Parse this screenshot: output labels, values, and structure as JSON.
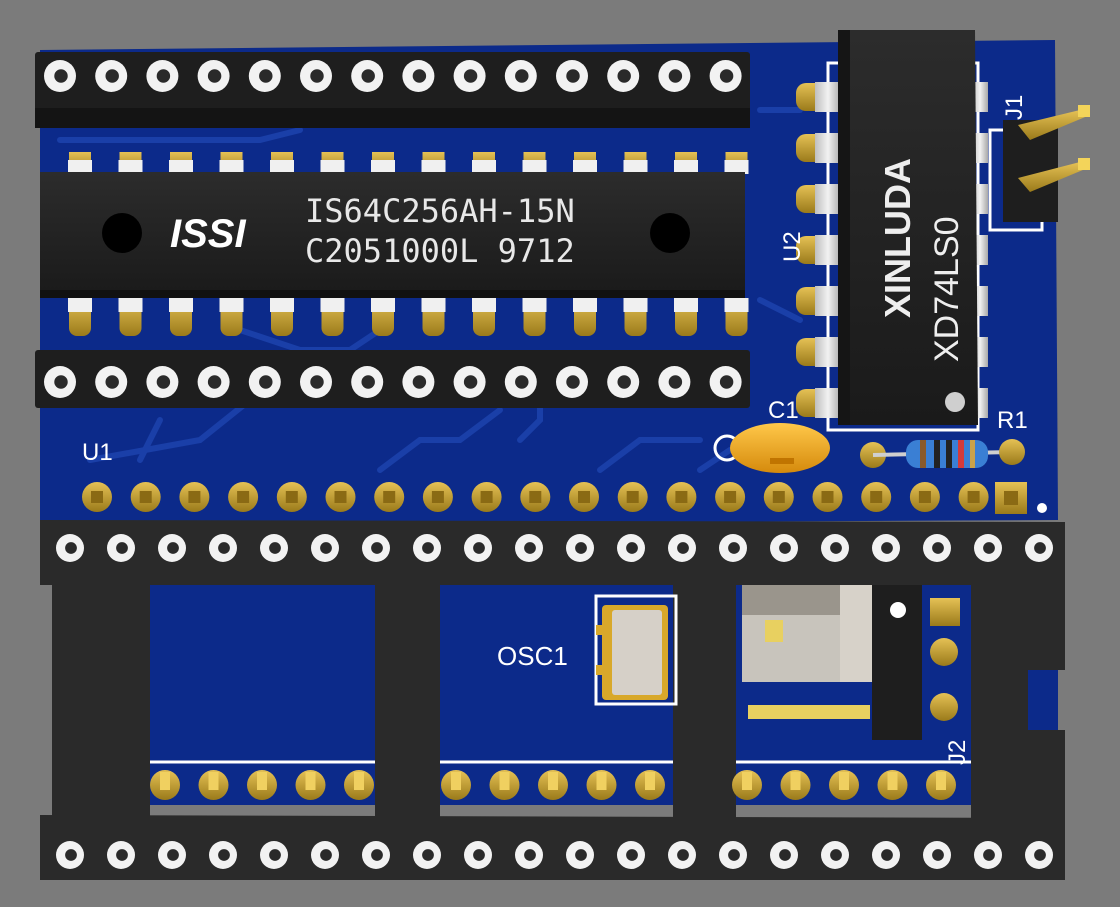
{
  "colors": {
    "background": "#7b7b7b",
    "pcb": "#0c2a8a",
    "pcb_trace": "#1a3fa8",
    "header_black": "#1e1e1e",
    "pad_gold": "#c7a12a",
    "silkscreen": "#ffffff",
    "capacitor": "#f3a91c",
    "chip_body": "#222222"
  },
  "components": {
    "sram": {
      "refdes": "U1",
      "brand": "ISSI",
      "part_number": "IS64C256AH-15N",
      "lot_code": "C2051000L 9712"
    },
    "logic_ic": {
      "refdes": "U2",
      "brand": "XINLUDA",
      "part_number": "XD74LS0"
    },
    "capacitor": {
      "refdes": "C1"
    },
    "resistor": {
      "refdes": "R1"
    },
    "header_j1": {
      "refdes": "J1"
    },
    "header_j2": {
      "refdes": "J2"
    },
    "oscillator": {
      "refdes": "OSC1"
    }
  }
}
